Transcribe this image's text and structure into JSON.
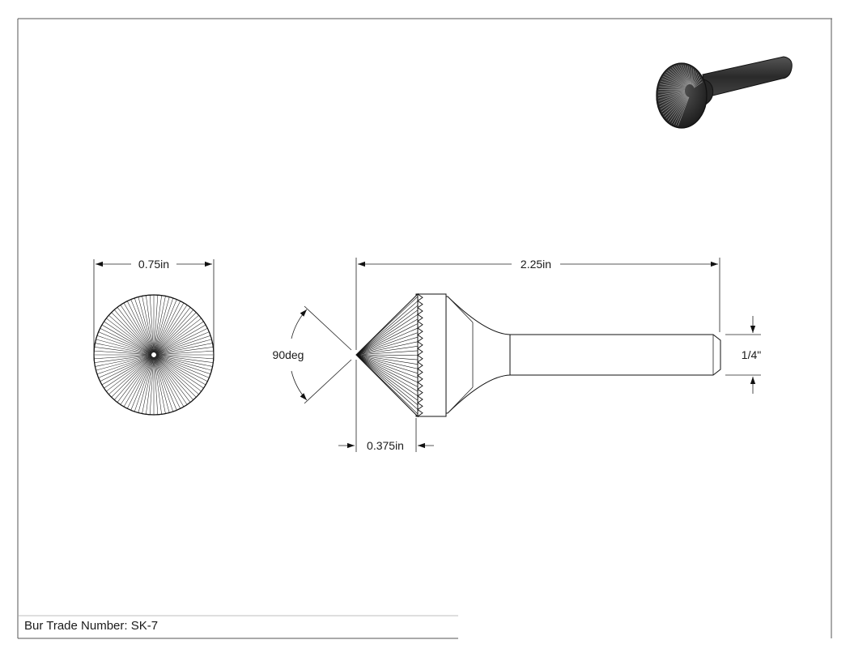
{
  "drawing": {
    "dimensions": {
      "head_diameter": "0.75in",
      "overall_length": "2.25in",
      "angle": "90deg",
      "head_length": "0.375in",
      "shank_diameter": "1/4\""
    },
    "title_block": {
      "trade_number_label": "Bur Trade Number: SK-7"
    },
    "colors": {
      "line": "#111111",
      "iso_body": "#3a3a3a"
    }
  }
}
